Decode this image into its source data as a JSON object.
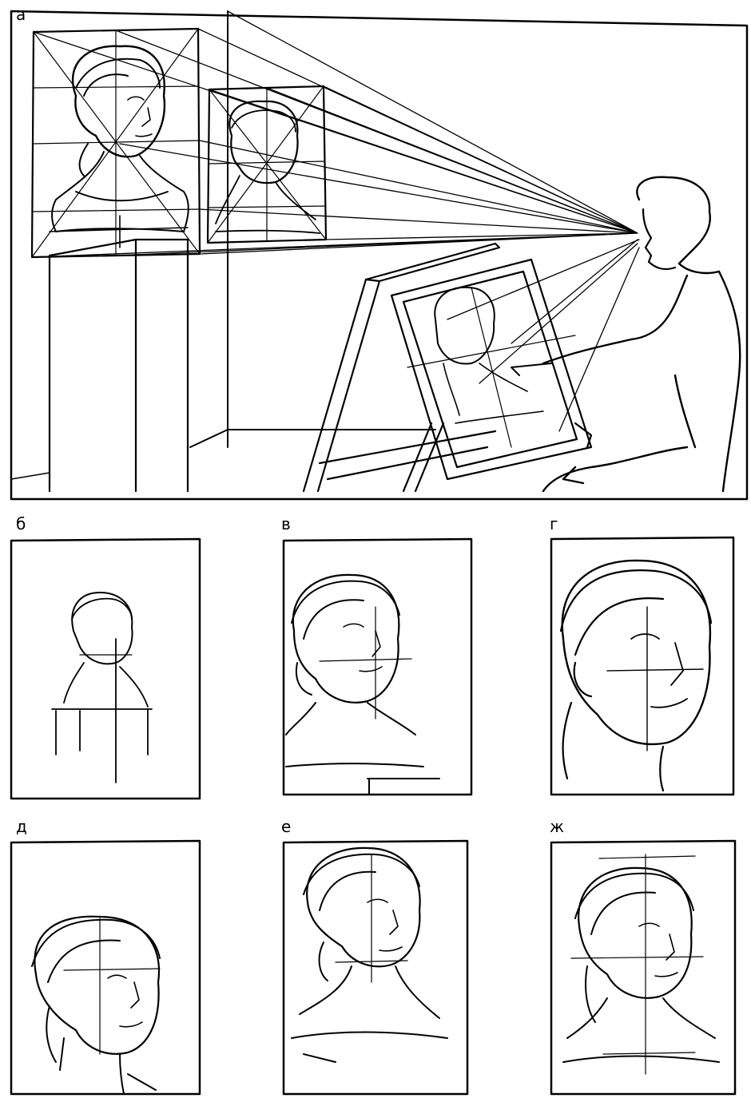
{
  "colors": {
    "ink": "#000000",
    "paper": "#ffffff"
  },
  "labels": {
    "a": "а",
    "b": "б",
    "v": "в",
    "g": "г",
    "d": "д",
    "e": "е",
    "zh": "ж"
  }
}
